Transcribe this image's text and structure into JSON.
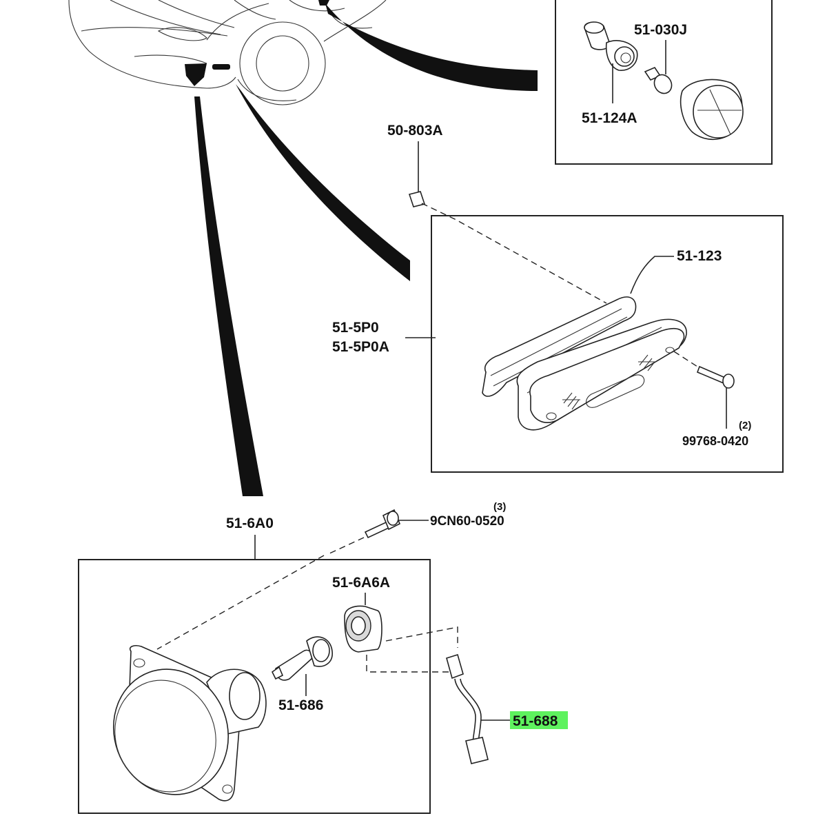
{
  "labels": {
    "bulb_socket_top": "51-030J",
    "socket_top": "51-124A",
    "clip": "50-803A",
    "gasket": "51-123",
    "side_lamp_1": "51-5P0",
    "side_lamp_2": "51-5P0A",
    "side_screw_qty": "(2)",
    "side_screw": "99768-0420",
    "bolt_qty": "(3)",
    "bolt": "9CN60-0520",
    "fog_lamp": "51-6A0",
    "fog_socket": "51-6A6A",
    "fog_bulb": "51-686",
    "harness": "51-688"
  },
  "colors": {
    "highlight": "#5ef25e",
    "line": "#222222"
  }
}
